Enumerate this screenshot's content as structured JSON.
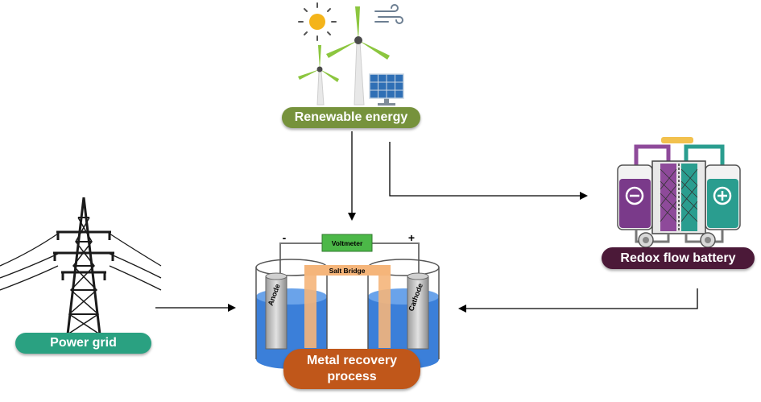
{
  "nodes": {
    "renewable": "Renewable energy",
    "power_grid": "Power grid",
    "redox": "Redox flow battery",
    "metal_recovery": "Metal recovery process"
  },
  "cell": {
    "voltmeter": "Voltmeter",
    "salt_bridge": "Salt Bridge",
    "anode": "Anode",
    "cathode": "Cathode",
    "minus": "-",
    "plus": "+"
  },
  "colors": {
    "renewable": "#76923c",
    "power_grid": "#2aa181",
    "redox": "#4b1938",
    "metal_recovery": "#c0571a",
    "voltmeter": "#4cb848",
    "electrolyte": "#3b7fd9"
  },
  "icons": [
    "sun-icon",
    "wind-icon",
    "wind-turbine-icon",
    "solar-panel-icon",
    "transmission-tower-icon",
    "flow-battery-icon",
    "electrochemical-cell-icon"
  ]
}
